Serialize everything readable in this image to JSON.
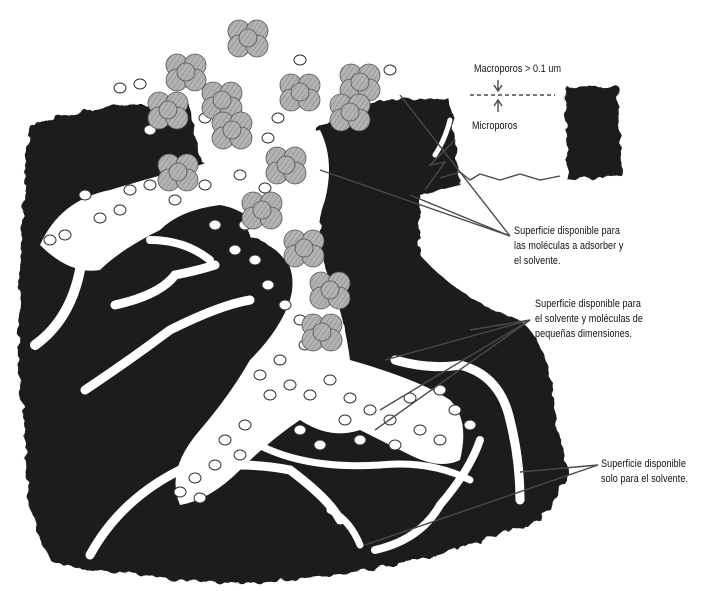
{
  "labels": {
    "macroporos": "Macroporos > 0.1 um",
    "microporos": "Microporos",
    "sup_adsorber": [
      "Superficie disponible para",
      "las moléculas a adsorber y",
      "el solvente."
    ],
    "sup_pequenas": [
      "Superficie disponible para",
      "el solvente y moléculas de",
      "pequeñas dimensiones."
    ],
    "sup_solvente": [
      "Superficie  disponible",
      "solo para el solvente."
    ]
  },
  "colors": {
    "solid": "#1c1c1c",
    "molecule_fill": "#a9a9a9",
    "molecule_stroke": "#555555",
    "pore": "#ffffff",
    "arrow": "#444444"
  }
}
